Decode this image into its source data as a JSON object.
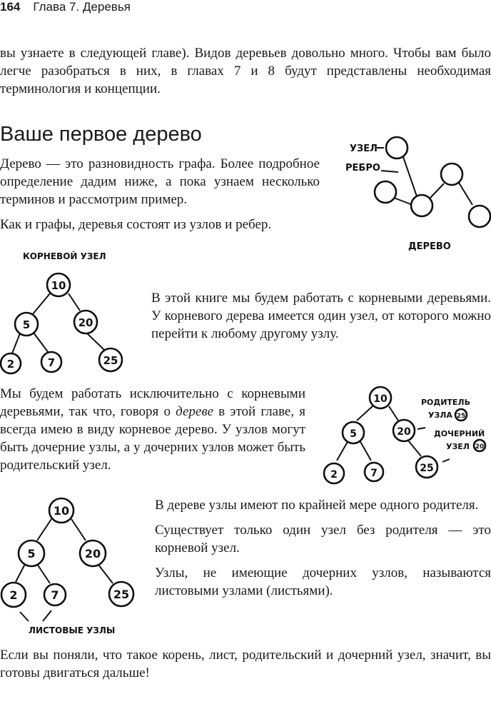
{
  "header": {
    "page_number": "164",
    "chapter": "Глава 7. Деревья"
  },
  "intro": "вы узнаете в следующей главе). Видов деревьев довольно много. Чтобы вам было легче разобраться в них, в главах 7 и 8 будут представлены необходимая терминология и концепции.",
  "section_title": "Ваше первое дерево",
  "para_definition": "Дерево — это разновидность графа. Более подробное определение дадим ниже, а пока узнаем несколько терминов и рассмотрим пример.",
  "para_nodes_edges": "Как и графы, деревья состоят из узлов и ребер.",
  "figure_graph": {
    "label_node": "УЗЕЛ",
    "label_edge": "РЕБРО",
    "caption": "ДЕРЕВО"
  },
  "figure_root": {
    "caption": "КОРНЕВОЙ УЗЕЛ",
    "nodes": [
      "10",
      "5",
      "20",
      "2",
      "7",
      "25"
    ]
  },
  "para_rooted": "В этой книге мы будем работать с корневыми деревьями. У корневого дерева имеется один узел, от которого можно перейти к любому другому узлу.",
  "para_exclusive": {
    "before": "Мы будем работать исключительно с корневыми деревьями, так что, говоря о ",
    "emphasis": "дереве",
    "after": " в этой главе, я всегда имею в виду корневое дерево. У узлов могут быть дочерние узлы, а у дочерних узлов может быть родительский узел."
  },
  "figure_parent": {
    "parent_label_1": "РОДИТЕЛЬ",
    "parent_label_2": "УЗЛА",
    "parent_ref": "25",
    "child_label_1": "ДОЧЕРНИЙ",
    "child_label_2": "УЗЕЛ",
    "child_ref": "20",
    "nodes": [
      "10",
      "5",
      "20",
      "2",
      "7",
      "25"
    ]
  },
  "para_parent": "В дереве узлы имеют по крайней мере одного родителя.",
  "para_root": "Существует только один узел без родителя — это корневой узел.",
  "para_leaves": "Узлы, не имеющие дочерних узлов, называются листовыми узлами (листьями).",
  "figure_leaves": {
    "caption": "ЛИСТОВЫЕ УЗЛЫ",
    "nodes": [
      "10",
      "5",
      "20",
      "2",
      "7",
      "25"
    ]
  },
  "para_final": "Если вы поняли, что такое корень, лист, родительский и дочерний узел, значит, вы готовы двигаться дальше!"
}
